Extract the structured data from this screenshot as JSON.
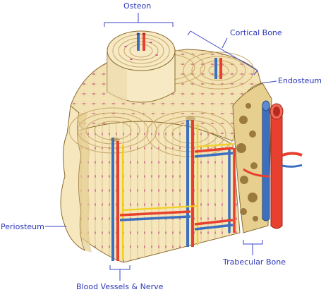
{
  "labels": {
    "osteon": "Osteon",
    "cortical_bone": "Cortical Bone",
    "endosteum": "Endosteum",
    "periosteum": "Periosteum",
    "trabecular_bone": "Trabecular Bone",
    "blood_vessels_nerve": "Blood Vessels & Nerve"
  },
  "colors": {
    "label_text": "#2a35b8",
    "bone": "#f2dfae",
    "bone_shadow": "#dcc38a",
    "lamella_line": "#c9a86a",
    "osteocyte": "#c85a8a",
    "artery": "#e8402f",
    "vein": "#3d6fc0",
    "nerve": "#f0d020",
    "trabecular": "#9a7a3e"
  }
}
